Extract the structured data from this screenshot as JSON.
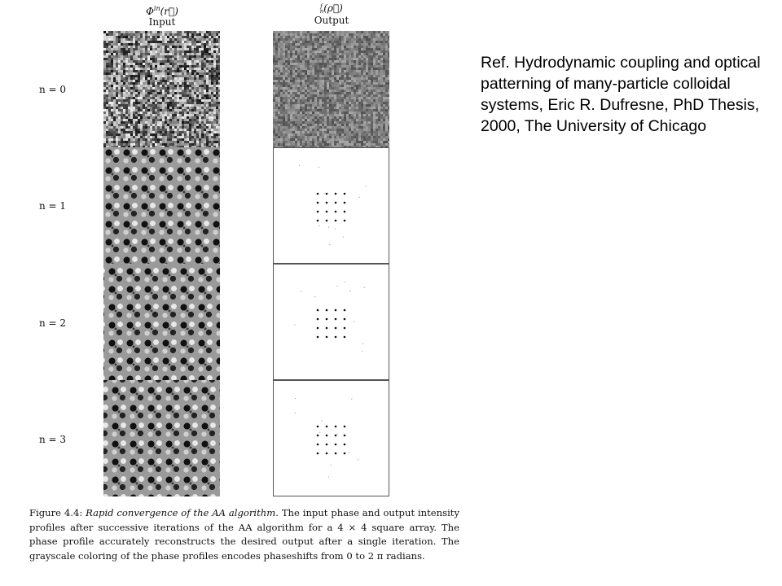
{
  "columns": {
    "input": {
      "symbol": "Φ",
      "superscript": "in",
      "argument": "(r⃗)",
      "label": "Input"
    },
    "output": {
      "symbol_top": "f",
      "symbol_bottom": "n",
      "argument": "(ρ⃗)",
      "label": "Output"
    }
  },
  "rows": [
    "n = 0",
    "n = 1",
    "n = 2",
    "n = 3"
  ],
  "caption": {
    "prefix": "Figure 4.4: ",
    "title": "Rapid convergence of the AA algorithm.",
    "body": " The input phase and output intensity profiles after successive iterations of the AA algorithm for a 4 × 4 square array. The phase profile accurately reconstructs the desired output after a single iteration. The grayscale coloring of the phase profiles encodes phaseshifts from 0 to 2 π radians."
  },
  "reference": "Ref. Hydrodynamic coupling and optical patterning of many-particle colloidal systems, Eric R. Dufresne, PhD Thesis, 2000, The University of Chicago"
}
